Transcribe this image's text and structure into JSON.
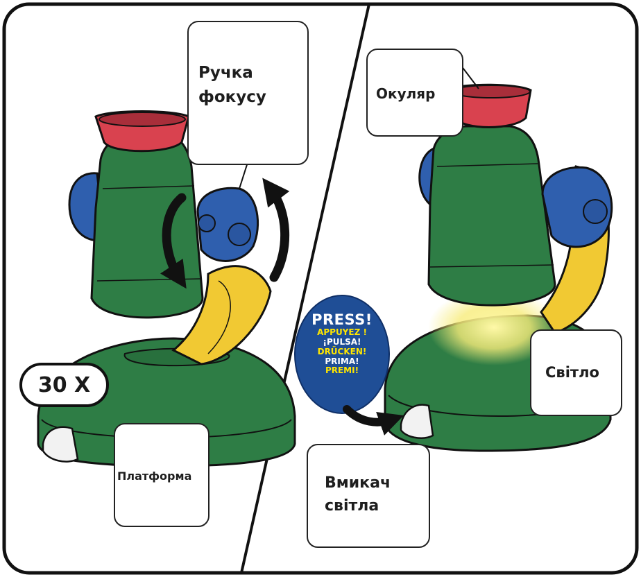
{
  "labels": {
    "focus_knob": "Ручка\nфокусу",
    "eyepiece": "Окуляр",
    "light": "Світло",
    "platform": "Платформа",
    "light_switch": "Вмикач\nсвітла"
  },
  "magnification_badge": "30 X",
  "press_bubble": {
    "main": "PRESS!",
    "lines": [
      "APPUYEZ !",
      "¡PULSA!",
      "DRÜCKEN!",
      "PRIMA!",
      "PREMI!"
    ]
  },
  "colors": {
    "body": "#2e7d45",
    "eyepiece": "#d9424f",
    "knob": "#2f5fae",
    "arm": "#f1c933",
    "press_bubble": "#1f4e96",
    "light_glow": "#f7ec7a"
  }
}
